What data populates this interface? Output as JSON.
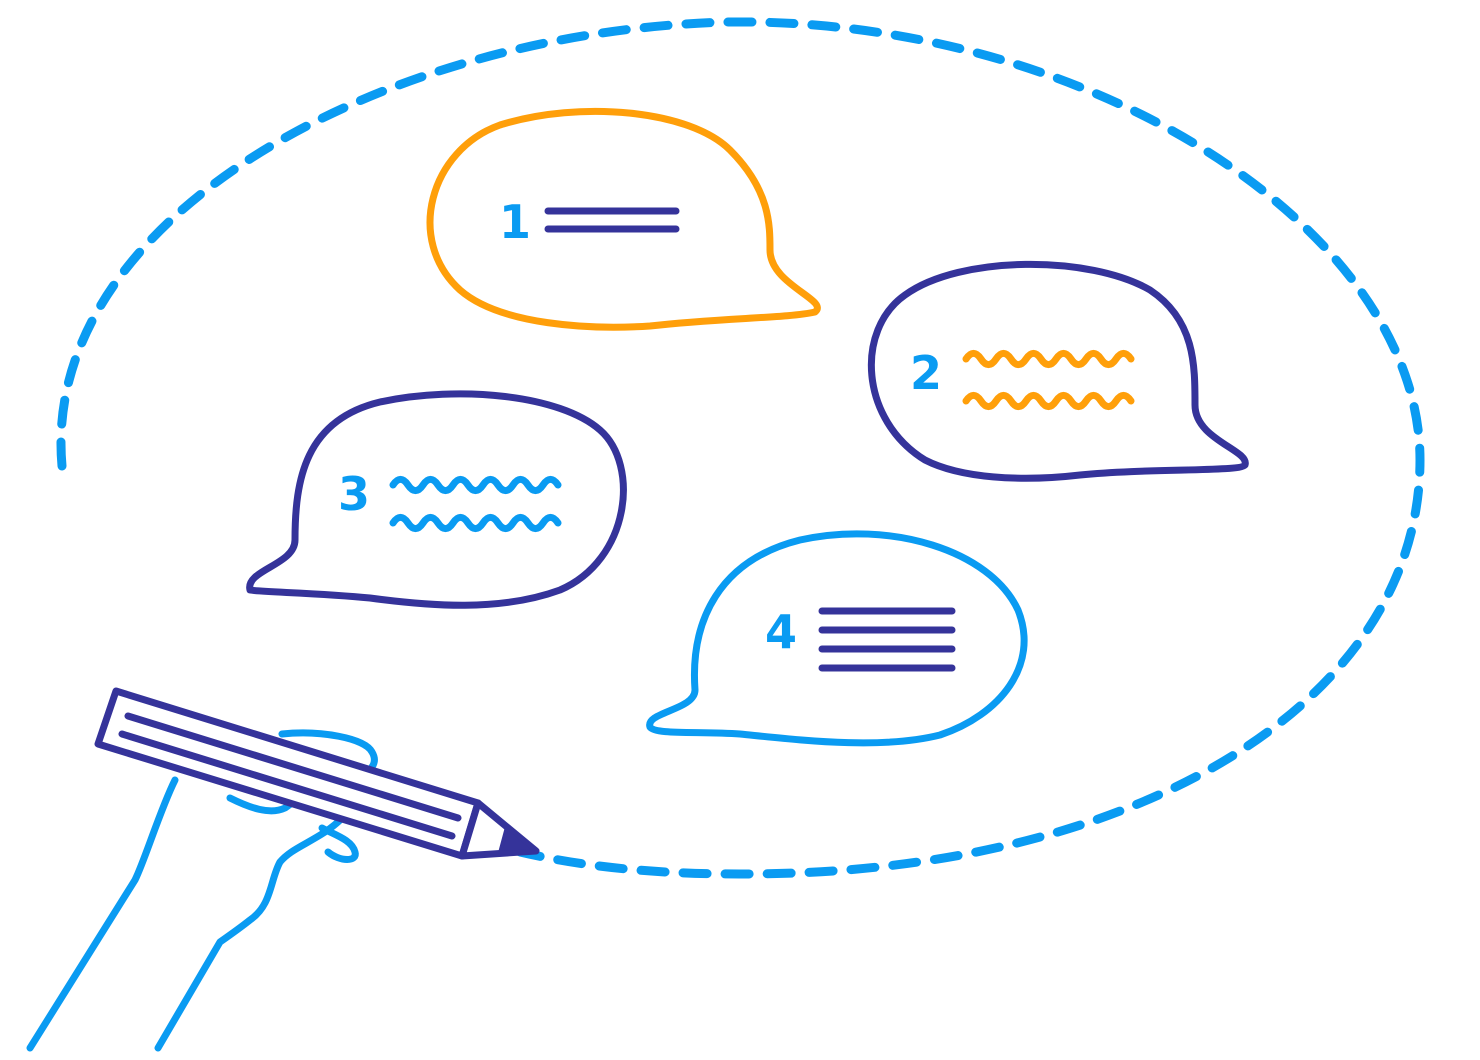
{
  "colors": {
    "light_blue": "#0a9bf2",
    "navy": "#35339a",
    "orange": "#ff9f0a",
    "background": "#ffffff"
  },
  "bubbles": [
    {
      "number": "1",
      "outline": "orange",
      "content": "straight-lines",
      "line_count": 2,
      "line_color": "navy",
      "number_color": "light_blue"
    },
    {
      "number": "2",
      "outline": "navy",
      "content": "wavy-lines",
      "line_count": 2,
      "line_color": "orange",
      "number_color": "light_blue"
    },
    {
      "number": "3",
      "outline": "navy",
      "content": "wavy-lines",
      "line_count": 2,
      "line_color": "light_blue",
      "number_color": "light_blue"
    },
    {
      "number": "4",
      "outline": "light_blue",
      "content": "straight-lines",
      "line_count": 4,
      "line_color": "navy",
      "number_color": "light_blue"
    }
  ],
  "icons": {
    "boundary": "dashed-ellipse-icon",
    "pencil": "pencil-icon",
    "hand": "hand-icon"
  }
}
